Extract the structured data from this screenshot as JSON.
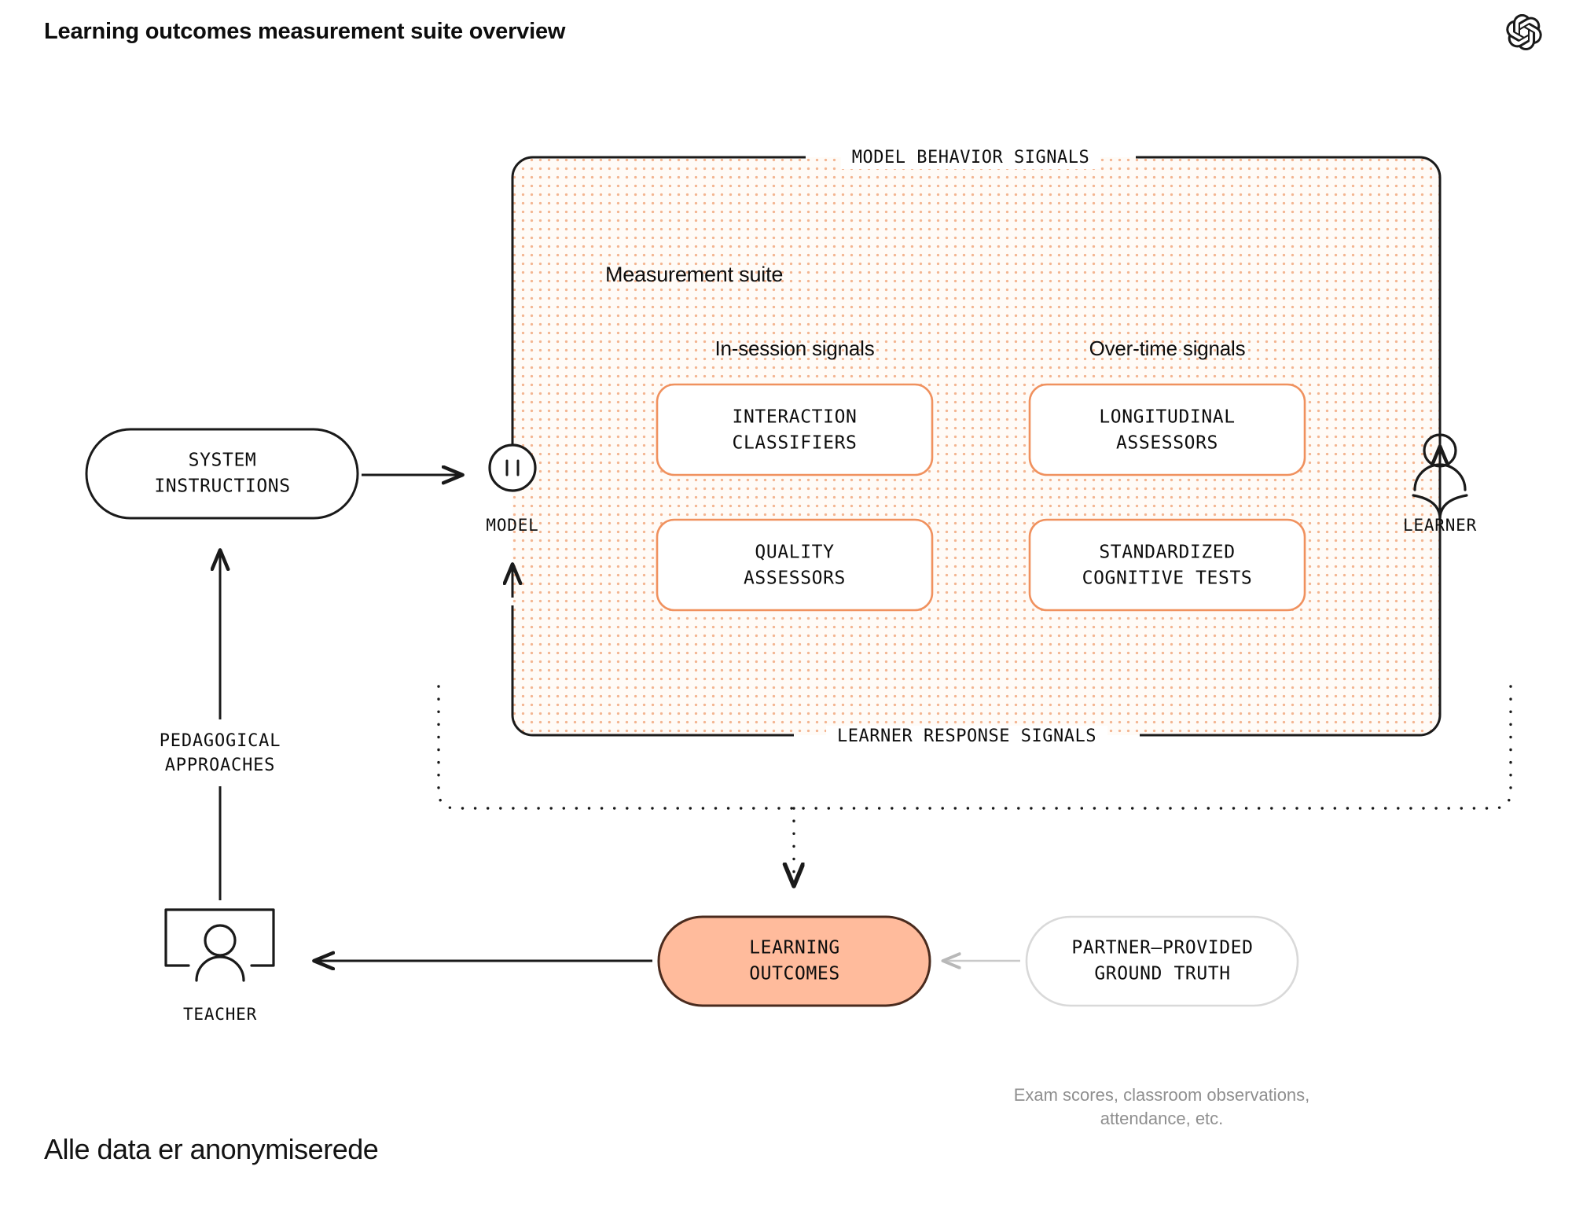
{
  "header": {
    "title": "Learning outcomes measurement suite overview",
    "logo_icon": "openai-logo-icon"
  },
  "footer": {
    "note": "Alle data er anonymiserede"
  },
  "colors": {
    "accent_orange": "#E8814A",
    "card_border": "#F0915E",
    "outcome_fill": "#FFBB9C",
    "outcome_border": "#4A2B1E",
    "dot_pattern": "#F3B79A",
    "panel_bg": "#FFFBF8",
    "stroke": "#1A1A1A",
    "muted_text": "#8F8F8F",
    "light_border": "#D9D9D9"
  },
  "diagram": {
    "container": {
      "top_caption": "MODEL BEHAVIOR SIGNALS",
      "bottom_caption": "LEARNER RESPONSE SIGNALS",
      "suite_heading": "Measurement suite"
    },
    "columns": [
      {
        "heading": "In-session signals"
      },
      {
        "heading": "Over-time signals"
      }
    ],
    "cards": [
      {
        "id": "interaction-classifiers",
        "label": "INTERACTION\nCLASSIFIERS",
        "column": 0,
        "row": 0
      },
      {
        "id": "quality-assessors",
        "label": "QUALITY\nASSESSORS",
        "column": 0,
        "row": 1
      },
      {
        "id": "longitudinal-assessors",
        "label": "LONGITUDINAL\nASSESSORS",
        "column": 1,
        "row": 0
      },
      {
        "id": "standardized-cognitive-tests",
        "label": "STANDARDIZED\nCOGNITIVE TESTS",
        "column": 1,
        "row": 1
      }
    ],
    "nodes": {
      "system_instructions": {
        "label": "SYSTEM\nINSTRUCTIONS"
      },
      "model": {
        "caption": "MODEL",
        "icon": "model-pause-icon"
      },
      "learner": {
        "caption": "LEARNER",
        "icon": "learner-person-icon"
      },
      "teacher": {
        "caption": "TEACHER",
        "icon": "teacher-board-icon"
      },
      "learning_outcomes": {
        "label": "LEARNING\nOUTCOMES"
      },
      "ground_truth": {
        "label": "PARTNER—PROVIDED\nGROUND TRUTH",
        "caption": "Exam scores, classroom observations, attendance, etc."
      }
    },
    "edges": {
      "pedagogical_approaches": "PEDAGOGICAL\nAPPROACHES"
    }
  }
}
